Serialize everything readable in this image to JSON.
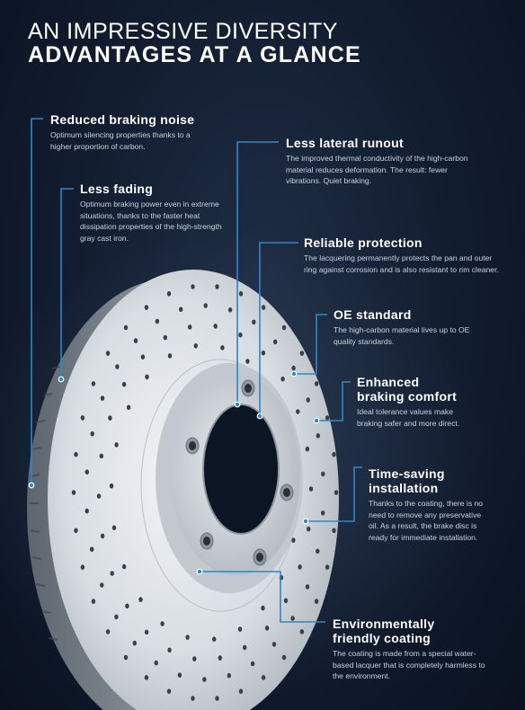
{
  "header": {
    "line1": "AN IMPRESSIVE DIVERSITY",
    "line2": "ADVANTAGES AT A GLANCE"
  },
  "colors": {
    "accent": "#2f86c8",
    "background": "#121d30",
    "text": "#ffffff",
    "muted_text": "#c9d1dc"
  },
  "callouts": [
    {
      "title": "Reduced braking noise",
      "desc": "Optimum silencing properties thanks to a higher proportion of carbon."
    },
    {
      "title": "Less lateral runout",
      "desc": "The improved thermal conductivity of the high-carbon material reduces deformation. The result: fewer vibrations. Quiet braking."
    },
    {
      "title": "Less fading",
      "desc": "Optimum braking power even in extreme situations, thanks to the faster heat dissipation properties of the high-strength gray cast iron."
    },
    {
      "title": "Reliable protection",
      "desc": "The lacquering permanently protects the pan and outer ring against corrosion and is also resistant to rim cleaner."
    },
    {
      "title": "OE standard",
      "desc": "The high-carbon material lives up to OE quality standards."
    },
    {
      "title": "Enhanced braking comfort",
      "desc": "Ideal tolerance values make braking safer and more direct."
    },
    {
      "title": "Time-saving installation",
      "desc": "Thanks to the coating, there is no need to remove any preservative oil. As a result, the brake disc is ready for immediate installation."
    },
    {
      "title": "Environmentally friendly coating",
      "desc": "The coating is made from a special water-based lacquer that is completely harmless to the environment."
    }
  ]
}
